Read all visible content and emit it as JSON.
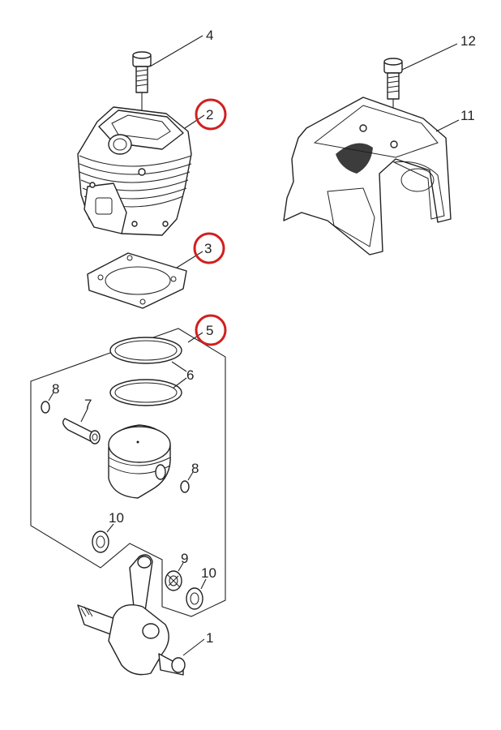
{
  "diagram": {
    "highlight_color": "#d11f1f",
    "callouts": [
      {
        "id": "c1",
        "label": "1",
        "highlighted": false
      },
      {
        "id": "c2",
        "label": "2",
        "highlighted": true
      },
      {
        "id": "c3",
        "label": "3",
        "highlighted": true
      },
      {
        "id": "c4",
        "label": "4",
        "highlighted": false
      },
      {
        "id": "c5",
        "label": "5",
        "highlighted": true
      },
      {
        "id": "c6",
        "label": "6",
        "highlighted": false
      },
      {
        "id": "c7",
        "label": "7",
        "highlighted": false
      },
      {
        "id": "c8a",
        "label": "8",
        "highlighted": false
      },
      {
        "id": "c8b",
        "label": "8",
        "highlighted": false
      },
      {
        "id": "c9",
        "label": "9",
        "highlighted": false
      },
      {
        "id": "c10a",
        "label": "10",
        "highlighted": false
      },
      {
        "id": "c10b",
        "label": "10",
        "highlighted": false
      },
      {
        "id": "c11",
        "label": "11",
        "highlighted": false
      },
      {
        "id": "c12",
        "label": "12",
        "highlighted": false
      }
    ]
  }
}
